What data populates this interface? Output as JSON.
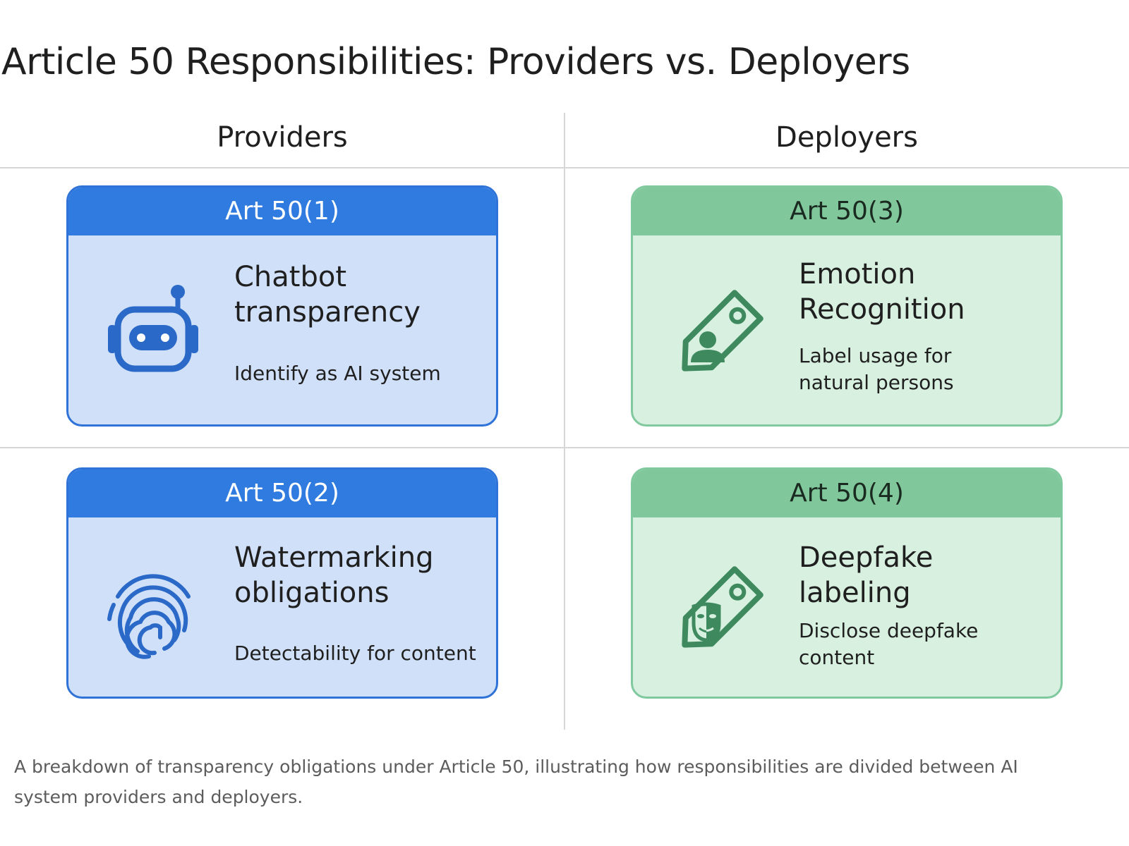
{
  "title": "Article 50 Responsibilities: Providers vs. Deployers",
  "columns": {
    "providers": "Providers",
    "deployers": "Deployers"
  },
  "cards": {
    "art50_1": {
      "heading": "Art 50(1)",
      "title_line1": "Chatbot",
      "title_line2": "transparency",
      "desc_line1": "Identify as AI system",
      "desc_line2": "",
      "icon": "robot-icon"
    },
    "art50_2": {
      "heading": "Art 50(2)",
      "title_line1": "Watermarking",
      "title_line2": "obligations",
      "desc_line1": "Detectability for content",
      "desc_line2": "",
      "icon": "fingerprint-icon"
    },
    "art50_3": {
      "heading": "Art 50(3)",
      "title_line1": "Emotion",
      "title_line2": "Recognition",
      "desc_line1": "Label usage for",
      "desc_line2": "natural persons",
      "icon": "tag-person-icon"
    },
    "art50_4": {
      "heading": "Art 50(4)",
      "title_line1": "Deepfake",
      "title_line2": "labeling",
      "desc_line1": "Disclose deepfake",
      "desc_line2": "content",
      "icon": "tag-mask-icon"
    }
  },
  "caption": "A breakdown of transparency obligations under Article 50, illustrating how responsibilities are divided between AI system providers and deployers.",
  "colors": {
    "provider_accent": "#2f7be0",
    "provider_fill": "#d0e0f8",
    "deployer_accent": "#80c89b",
    "deployer_fill": "#d8f0e0",
    "deployer_icon": "#3e8a5e"
  }
}
